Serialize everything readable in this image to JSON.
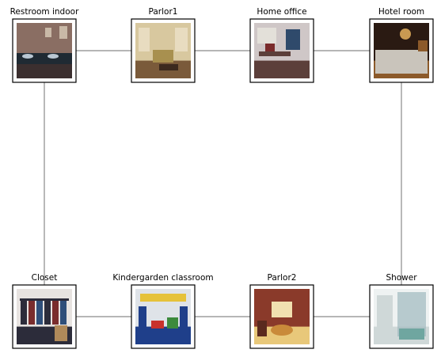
{
  "diagram": {
    "nodes": [
      {
        "id": "restroom-indoor",
        "label": "Restroom indoor",
        "scene": "restroom",
        "colors": [
          "#8a6e63",
          "#3b2f2f",
          "#c9b9a7",
          "#1f2a33",
          "#b9c7d3"
        ]
      },
      {
        "id": "parlor1",
        "label": "Parlor1",
        "scene": "parlor",
        "colors": [
          "#d8c89f",
          "#7a5a3a",
          "#a8904f",
          "#3c2a1e",
          "#e8dcc0"
        ]
      },
      {
        "id": "home-office",
        "label": "Home office",
        "scene": "office",
        "colors": [
          "#cfc7c7",
          "#5c3f3a",
          "#2f4a6b",
          "#7a2b2b",
          "#e3e0d9"
        ]
      },
      {
        "id": "hotel-room",
        "label": "Hotel room",
        "scene": "hotel",
        "colors": [
          "#2a1a12",
          "#8c5a2a",
          "#c99a52",
          "#c9c4bb",
          "#5a3a22"
        ]
      },
      {
        "id": "closet",
        "label": "Closet",
        "scene": "closet",
        "colors": [
          "#e7e3e0",
          "#2c2c3a",
          "#7a2d2d",
          "#2f4f7a",
          "#b08a5a"
        ]
      },
      {
        "id": "kindergarden-classroom",
        "label": "Kindergarden classroom",
        "scene": "classroom",
        "colors": [
          "#dfe3e8",
          "#1f3f8a",
          "#c8322c",
          "#3c8a3c",
          "#e6c23a"
        ]
      },
      {
        "id": "parlor2",
        "label": "Parlor2",
        "scene": "parlor2",
        "colors": [
          "#8a3a2a",
          "#e8c87a",
          "#c98a3a",
          "#5a2a1e",
          "#f1e0b0"
        ]
      },
      {
        "id": "shower",
        "label": "Shower",
        "scene": "shower",
        "colors": [
          "#eef2f2",
          "#cfd8d8",
          "#6fa6a0",
          "#9fb9bf",
          "#ffffff"
        ]
      }
    ],
    "edges": [
      [
        "restroom-indoor",
        "parlor1"
      ],
      [
        "parlor1",
        "home-office"
      ],
      [
        "home-office",
        "hotel-room"
      ],
      [
        "restroom-indoor",
        "closet"
      ],
      [
        "hotel-room",
        "shower"
      ],
      [
        "closet",
        "kindergarden-classroom"
      ],
      [
        "kindergarden-classroom",
        "parlor2"
      ],
      [
        "parlor2",
        "shower"
      ]
    ],
    "connector_color": "#8a8a8a"
  }
}
